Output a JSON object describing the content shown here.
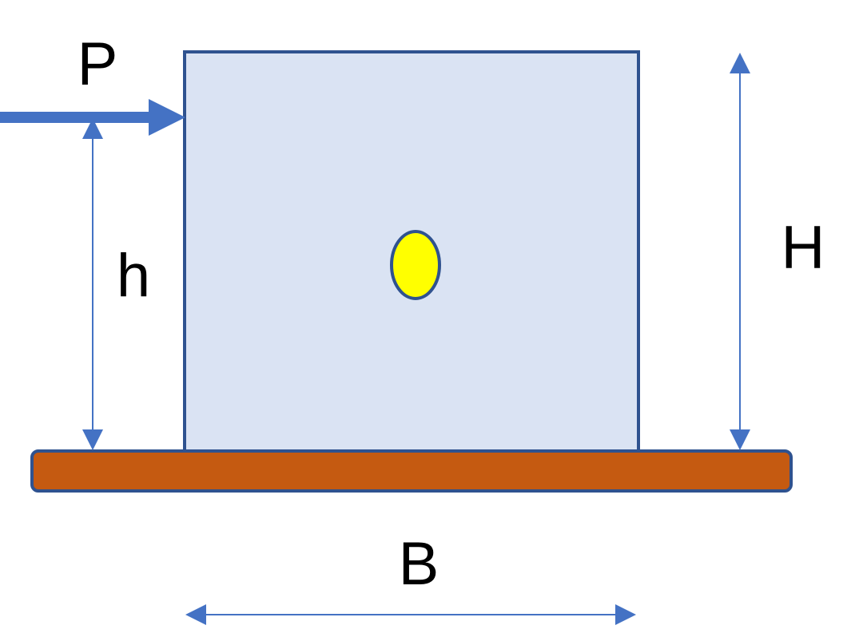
{
  "labels": {
    "force": "P",
    "force_height": "h",
    "block_height": "H",
    "block_width": "B"
  },
  "colors": {
    "block_fill": "#dae3f3",
    "block_stroke": "#2f528f",
    "ground_fill": "#c55a11",
    "ground_stroke": "#2f528f",
    "arrow": "#4472c4",
    "centroid_fill": "#ffff00",
    "centroid_stroke": "#2f528f"
  }
}
